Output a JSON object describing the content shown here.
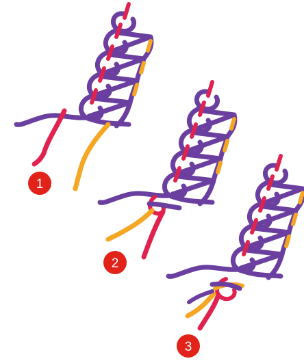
{
  "colors": {
    "purple_thread": "#6b3fa0",
    "red_thread": "#e0224f",
    "yellow_thread": "#f5a623",
    "badge": "#e2231a",
    "badge_text": "#ffffff"
  },
  "steps": [
    {
      "number": "1"
    },
    {
      "number": "2"
    },
    {
      "number": "3"
    }
  ]
}
